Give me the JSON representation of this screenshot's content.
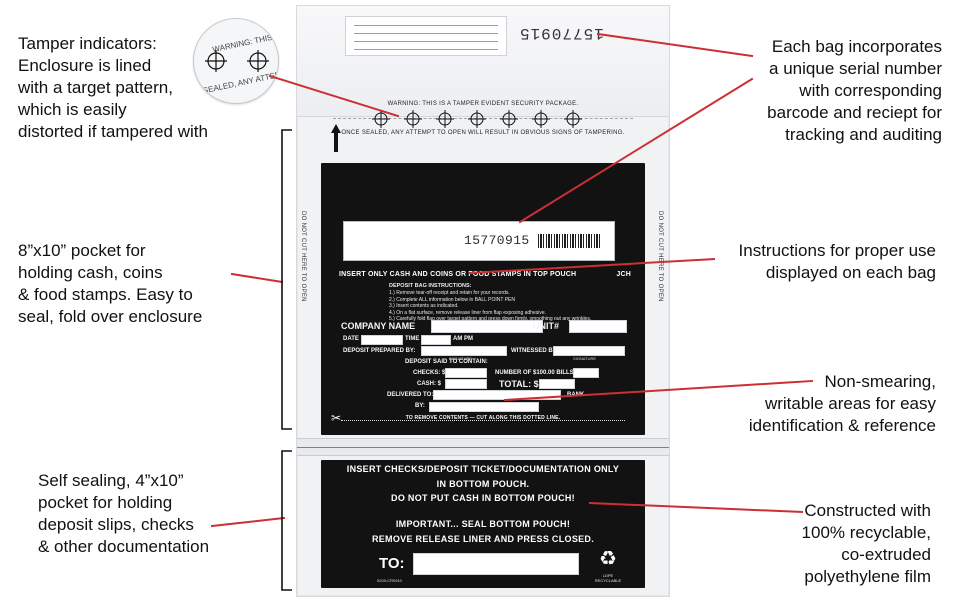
{
  "callouts": {
    "tamper": [
      "Tamper indicators:",
      "Enclosure is lined",
      "with a target pattern,",
      "which is easily",
      "distorted if tampered with"
    ],
    "serial": [
      "Each bag incorporates",
      "a unique serial number",
      "with corresponding",
      "barcode and reciept for",
      "tracking and auditing"
    ],
    "pocket_large": [
      "8”x10” pocket for",
      "holding cash, coins",
      "& food stamps. Easy to",
      "seal, fold over enclosure"
    ],
    "instructions": [
      "Instructions for proper use",
      "displayed on each bag"
    ],
    "writable": [
      "Non-smearing,",
      "writable areas for easy",
      "identification & reference"
    ],
    "pocket_small": [
      "Self sealing, 4”x10”",
      "pocket for holding",
      "deposit slips, checks",
      "& other documentation"
    ],
    "material": [
      "Constructed with",
      "100% recyclable,",
      "co-extruded",
      "polyethylene film"
    ]
  },
  "bag": {
    "flipped_serial": "15770915",
    "warning_top": "WARNING: THIS IS A TAMPER EVIDENT SECURITY PACKAGE.",
    "warning_bottom": "ONCE SEALED, ANY ATTEMPT TO OPEN WILL RESULT IN OBVIOUS SIGNS OF TAMPERING.",
    "inset_text_1": "WARNING: THIS",
    "inset_text_2": "SEALED, ANY ATTEMPT",
    "side_text": "DO NOT CUT HERE TO OPEN",
    "serial": "15770915",
    "main_heading": "INSERT ONLY CASH AND COINS OR FOOD STAMPS IN TOP POUCH",
    "main_code": "JCH",
    "instructions_title": "DEPOSIT BAG INSTRUCTIONS:",
    "instructions": [
      "1.) Remove tear-off receipt and retain for your records.",
      "2.) Complete ALL information below in BALL POINT PEN",
      "3.) Insert contents as indicated.",
      "4.) On a flat surface, remove release liner from flap exposing adhesive.",
      "5.) Carefully fold flap over target pattern and press down firmly, smoothing out any wrinkles."
    ],
    "company_name": "COMPANY NAME",
    "unit": "UNIT#",
    "date": "DATE",
    "time": "TIME",
    "am_pm": "AM  PM",
    "prepared_by": "DEPOSIT PREPARED BY:",
    "witnessed_by": "WITNESSED BY:",
    "signature": "SIGNATURE",
    "deposit_said": "DEPOSIT SAID TO CONTAIN:",
    "checks": "CHECKS:  $",
    "cash": "CASH:  $",
    "bills": "NUMBER OF $100.00 BILLS",
    "total": "TOTAL:  $",
    "delivered_to": "DELIVERED TO:",
    "bank": "BANK",
    "by": "BY:",
    "cut_text": "TO REMOVE CONTENTS — CUT ALONG THIS DOTTED LINE.",
    "small_lines": [
      "INSERT CHECKS/DEPOSIT TICKET/DOCUMENTATION ONLY",
      "IN BOTTOM POUCH.",
      "DO NOT PUT CASH IN BOTTOM POUCH!",
      "",
      "IMPORTANT...  SEAL BOTTOM POUCH!",
      "REMOVE RELEASE LINER AND PRESS CLOSED."
    ],
    "to_label": "TO:",
    "recycle_label_1": "LDPE",
    "recycle_label_2": "RECYCLABLE",
    "small_code": "5209-CR0910"
  }
}
